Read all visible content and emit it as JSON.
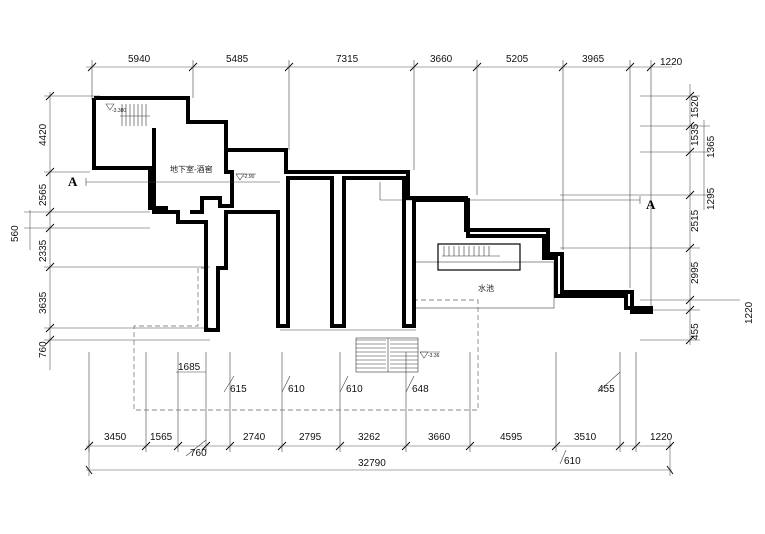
{
  "dims": {
    "top": [
      "5940",
      "5485",
      "7315",
      "3660",
      "5205",
      "3965",
      "1220"
    ],
    "bottom": [
      "3450",
      "1565",
      "2740",
      "2795",
      "3262",
      "3660",
      "4595",
      "3510",
      "1220"
    ],
    "total": "32790",
    "left": [
      "4420",
      "2565",
      "2335",
      "3635",
      "760"
    ],
    "left_outer": "560",
    "right": [
      "1520",
      "1535",
      "2515",
      "2995",
      "455"
    ],
    "right_outer": [
      "1365",
      "1295",
      "1220"
    ],
    "leaders": [
      "1685",
      "615",
      "610",
      "610",
      "648",
      "455",
      "760",
      "610"
    ]
  },
  "section": {
    "left": "A",
    "right": "A"
  },
  "rooms": {
    "basement": "地下室-酒窖",
    "pool": "水池"
  },
  "levels": {
    "l1": "-3.380",
    "l2": "-2.90",
    "l3": "-3.36"
  }
}
